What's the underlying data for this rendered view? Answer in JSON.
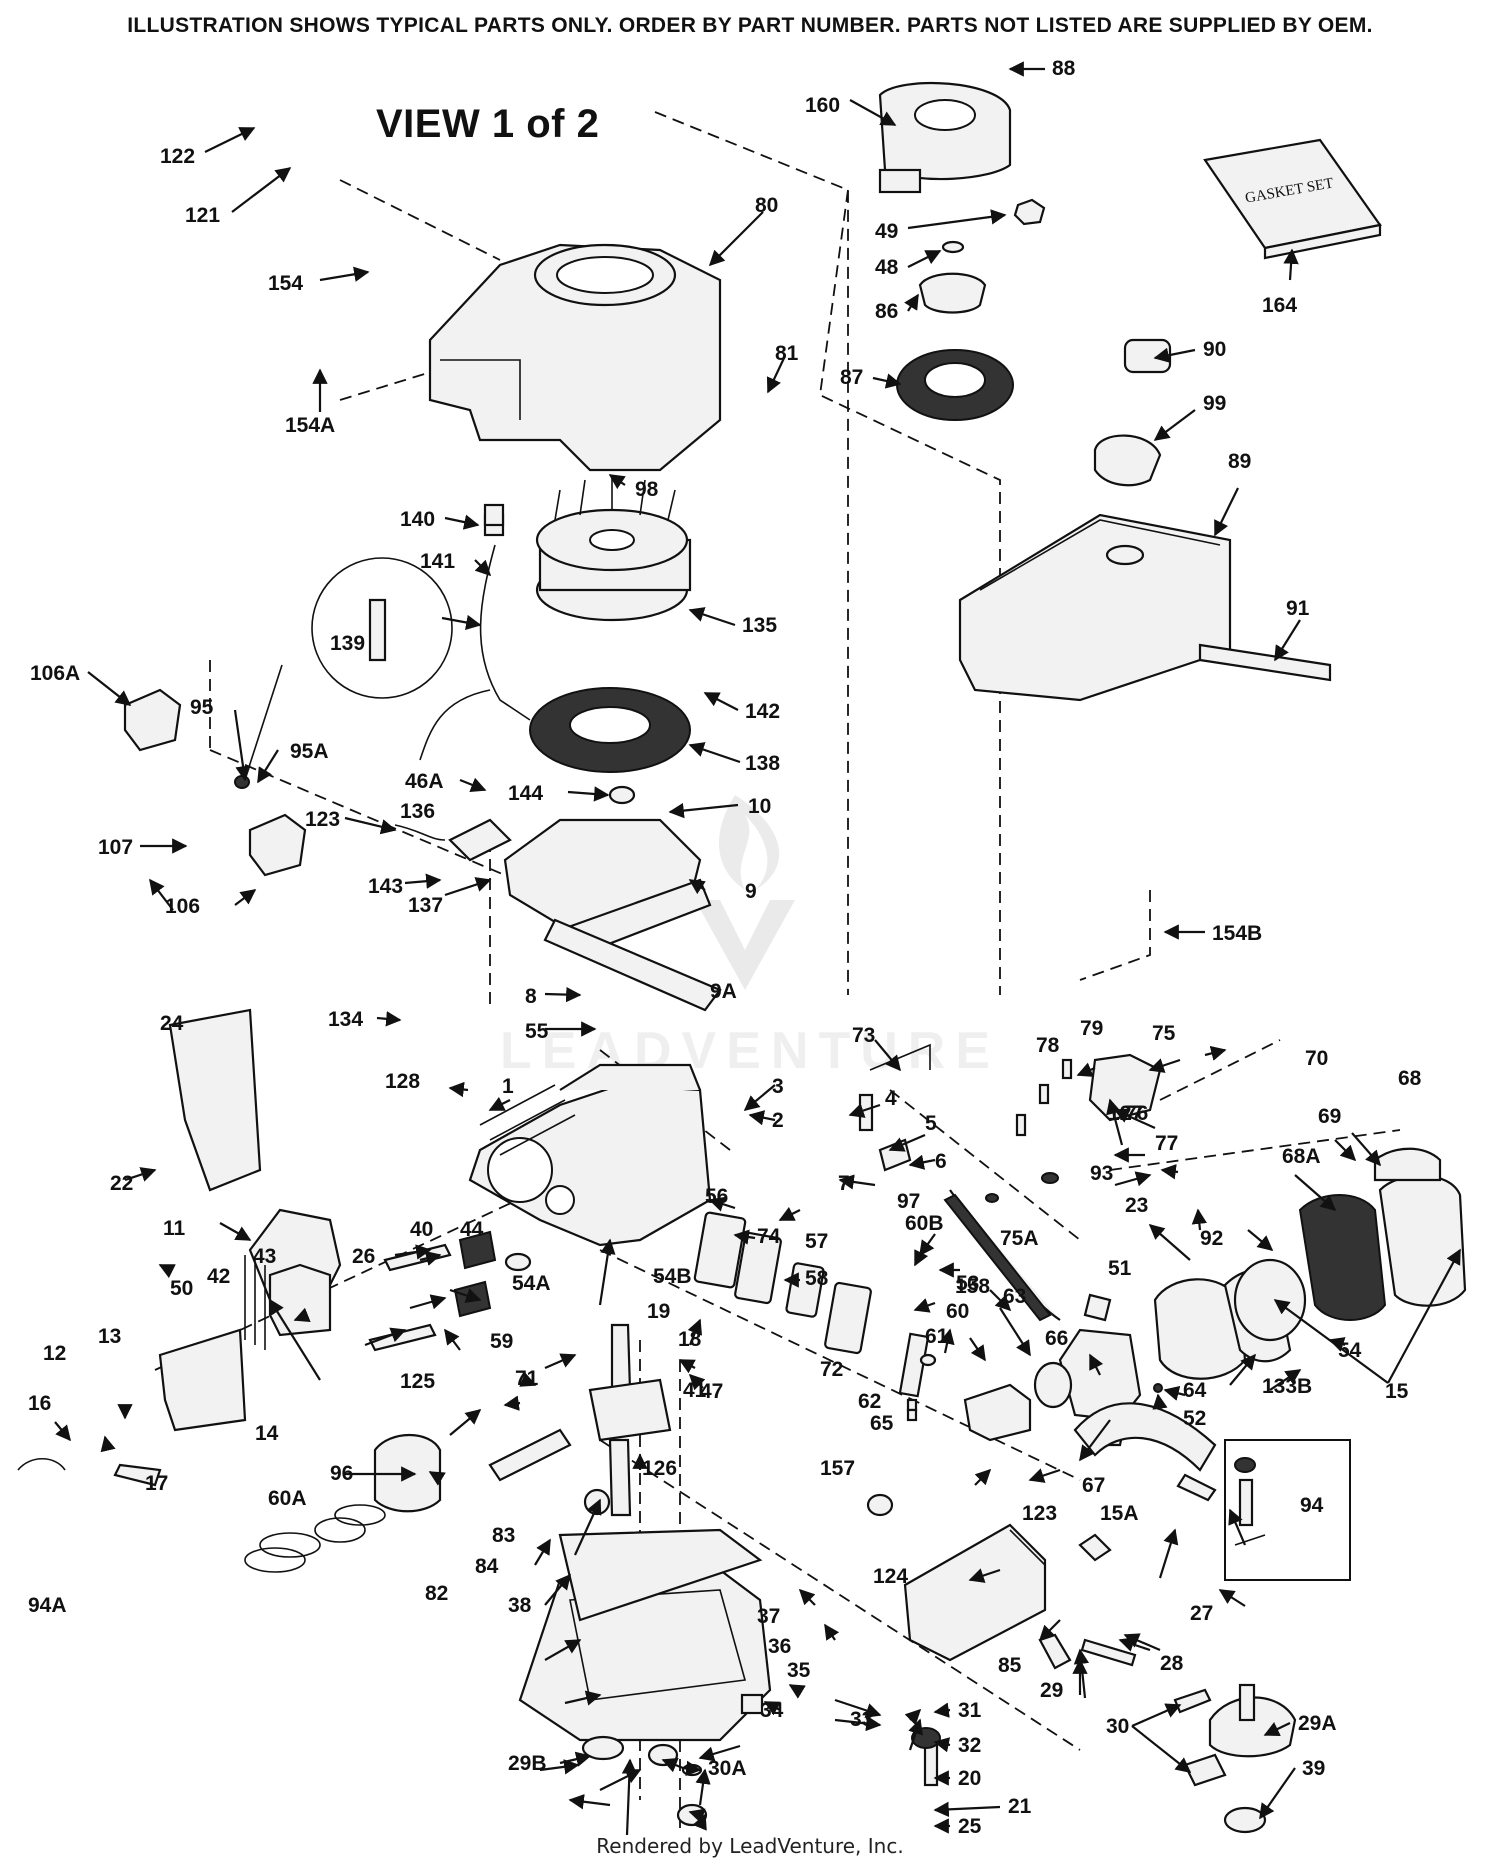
{
  "header": "ILLUSTRATION SHOWS TYPICAL PARTS ONLY. ORDER BY PART NUMBER. PARTS NOT LISTED ARE SUPPLIED BY OEM.",
  "view_title": "VIEW 1 of 2",
  "footer": "Rendered by LeadVenture, Inc.",
  "gasket_box_text": "GASKET SET",
  "watermark_text": "LEADVENTURE",
  "labels": [
    "122",
    "121",
    "154",
    "154A",
    "80",
    "98",
    "81",
    "160",
    "88",
    "49",
    "48",
    "86",
    "87",
    "164",
    "90",
    "99",
    "89",
    "91",
    "140",
    "141",
    "139",
    "135",
    "142",
    "138",
    "106A",
    "95",
    "95A",
    "46A",
    "144",
    "10",
    "123",
    "136",
    "107",
    "106",
    "143",
    "137",
    "9",
    "9A",
    "154B",
    "8",
    "55",
    "134",
    "24",
    "22",
    "128",
    "1",
    "3",
    "2",
    "73",
    "4",
    "5",
    "6",
    "7",
    "78",
    "79",
    "75",
    "76",
    "77",
    "127",
    "70",
    "69",
    "68",
    "68A",
    "92",
    "93",
    "23",
    "11",
    "56",
    "74",
    "57",
    "60B",
    "58",
    "97",
    "75A",
    "158",
    "53",
    "51",
    "50",
    "42",
    "43",
    "40",
    "44",
    "26",
    "54A",
    "54B",
    "12",
    "13",
    "19",
    "18",
    "47",
    "41",
    "71",
    "125",
    "59",
    "61",
    "60",
    "63",
    "72",
    "62",
    "65",
    "66",
    "67",
    "64",
    "133B",
    "54",
    "52",
    "15",
    "16",
    "17",
    "14",
    "60A",
    "96",
    "126",
    "157",
    "123",
    "15A",
    "94",
    "94A",
    "82",
    "83",
    "84",
    "124",
    "85",
    "29",
    "27",
    "28",
    "38",
    "37",
    "36",
    "35",
    "34",
    "31",
    "33",
    "32",
    "20",
    "21",
    "25",
    "30",
    "29A",
    "39",
    "29B",
    "30A"
  ]
}
